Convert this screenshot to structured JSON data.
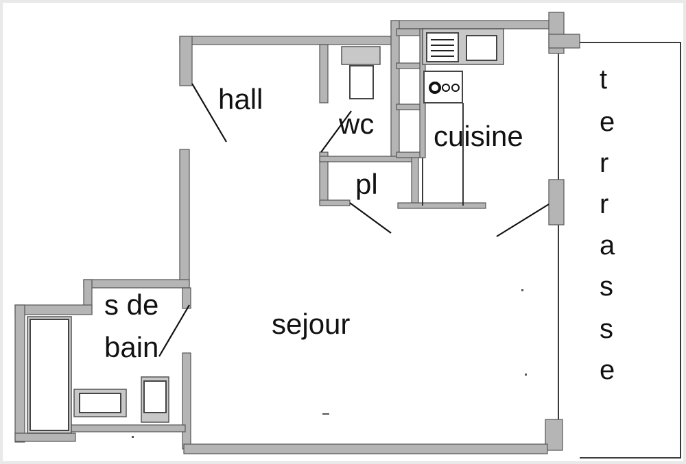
{
  "rooms": {
    "hall": "hall",
    "wc": "wc",
    "cuisine": "cuisine",
    "pl": "pl",
    "sdb_line1": "s de",
    "sdb_line2": "bain",
    "sejour": "sejour"
  },
  "terrasse_letters": [
    "t",
    "e",
    "r",
    "r",
    "a",
    "s",
    "s",
    "e"
  ],
  "colors": {
    "background": "#e9e9e9",
    "floor": "#ffffff",
    "wall_fill": "#b5b5b5",
    "ink": "#111111"
  }
}
